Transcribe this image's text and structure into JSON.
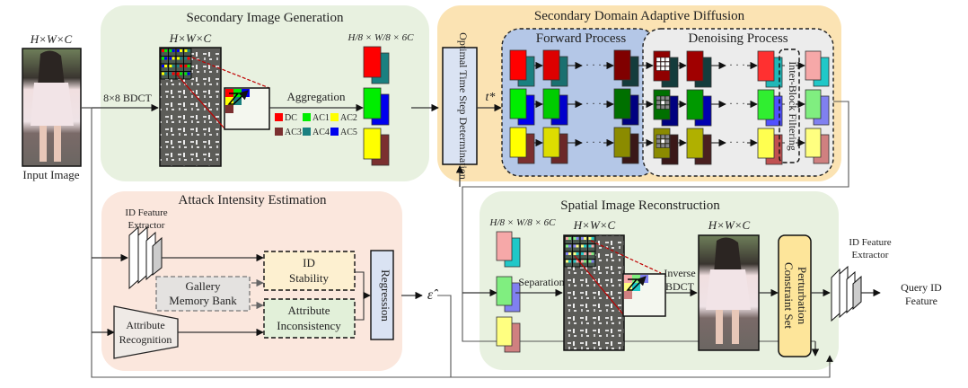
{
  "input": {
    "dim_label": "H×W×C",
    "caption": "Input Image"
  },
  "secondary_image_generation": {
    "title": "Secondary Image Generation",
    "bdct_label": "8×8 BDCT",
    "coeff_dim_label": "H×W×C",
    "aggregation_label": "Aggregation",
    "output_dim_label": "H/8 × W/8 × 6C",
    "legend": [
      {
        "label": "DC",
        "color": "#ff0000"
      },
      {
        "label": "AC1",
        "color": "#00ee00"
      },
      {
        "label": "AC2",
        "color": "#ffff00"
      },
      {
        "label": "AC3",
        "color": "#7b3030"
      },
      {
        "label": "AC4",
        "color": "#1a8080"
      },
      {
        "label": "AC5",
        "color": "#0000ee"
      }
    ]
  },
  "secondary_domain_adaptive_diffusion": {
    "title": "Secondary Domain Adaptive Diffusion",
    "time_step_box": "Optimal Time Step Determination",
    "time_step_symbol": "t*",
    "forward_title": "Forward Process",
    "denoising_title": "Denoising Process",
    "filter_label": "Inter-Block Filtering",
    "ellipsis": "· · ·"
  },
  "attack_intensity_estimation": {
    "title": "Attack Intensity Estimation",
    "id_extractor_label_1": "ID Feature",
    "id_extractor_label_2": "Extractor",
    "gallery_1": "Gallery",
    "gallery_2": "Memory Bank",
    "attribute_rec_1": "Attribute",
    "attribute_rec_2": "Recognition",
    "id_stability_1": "ID",
    "id_stability_2": "Stability",
    "attr_incons_1": "Attribute",
    "attr_incons_2": "Inconsistency",
    "regression": "Regression",
    "epsilon_symbol": "ε̂"
  },
  "spatial_image_reconstruction": {
    "title": "Spatial Image Reconstruction",
    "input_dim_label": "H/8 × W/8 × 6C",
    "separation_label": "Separation",
    "coeff_dim_label": "H×W×C",
    "inverse_label_1": "Inverse",
    "inverse_label_2": "BDCT",
    "output_dim_label": "H×W×C",
    "constraint_1": "Perturbation",
    "constraint_2": "Constraint Set"
  },
  "output": {
    "extractor_label_1": "ID Feature",
    "extractor_label_2": "Extractor",
    "query_label_1": "Query ID",
    "query_label_2": "Feature"
  },
  "colors": {
    "sig_panel": "#e8f1e0",
    "sdad_panel": "#fbe3b3",
    "forward_panel": "#b4c7e7",
    "denoise_panel": "#ececec",
    "aie_panel": "#fbe7dd",
    "sir_panel": "#e8f1e0",
    "regression_box": "#dae3f3",
    "constraint_box": "#fde59a"
  }
}
